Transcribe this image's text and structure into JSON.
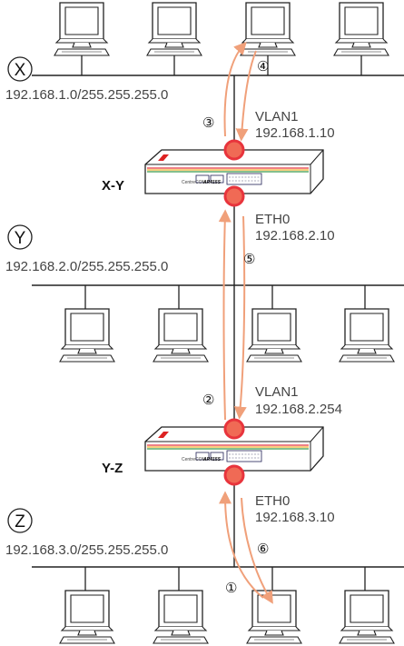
{
  "networks": [
    {
      "id": "X",
      "letter": "X",
      "subnet": "192.168.1.0/255.255.255.0"
    },
    {
      "id": "Y",
      "letter": "Y",
      "subnet": "192.168.2.0/255.255.255.0"
    },
    {
      "id": "Z",
      "letter": "Z",
      "subnet": "192.168.3.0/255.255.255.0"
    }
  ],
  "routers": [
    {
      "id": "XY",
      "name": "X-Y",
      "brand": "CentreCOM",
      "model": "AR415S",
      "upper_if": {
        "name": "VLAN1",
        "ip": "192.168.1.10"
      },
      "lower_if": {
        "name": "ETH0",
        "ip": "192.168.2.10"
      }
    },
    {
      "id": "YZ",
      "name": "Y-Z",
      "brand": "CentreCOM",
      "model": "AR415S",
      "upper_if": {
        "name": "VLAN1",
        "ip": "192.168.2.254"
      },
      "lower_if": {
        "name": "ETH0",
        "ip": "192.168.3.10"
      }
    }
  ],
  "steps": [
    "①",
    "②",
    "③",
    "④",
    "⑤",
    "⑥"
  ],
  "colors": {
    "arrow": "#f0a07a",
    "dot": "#e8343c",
    "dot_fill": "#f06a55",
    "line": "#222"
  }
}
